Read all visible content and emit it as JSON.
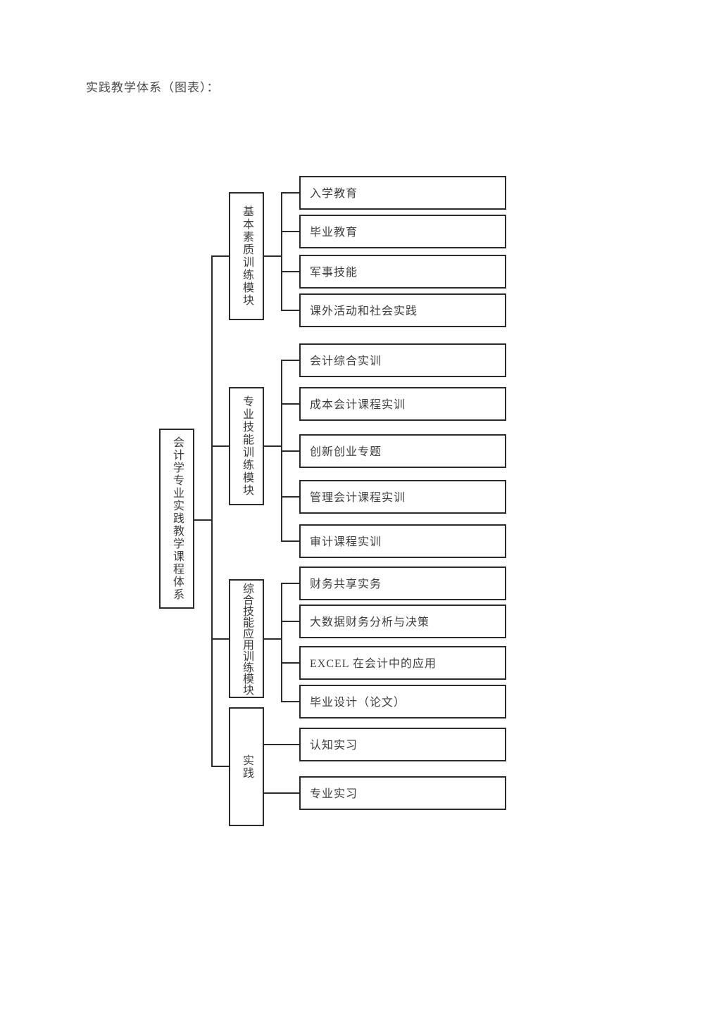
{
  "page": {
    "title": "实践教学体系（图表）："
  },
  "colors": {
    "line": "#2b2b2b",
    "text": "#3d3d3d",
    "background": "#ffffff"
  },
  "diagram": {
    "root": {
      "label": "会计学专业实践教学课程体系"
    },
    "modules": [
      {
        "label": "基本素质训练模块",
        "children": [
          "入学教育",
          "毕业教育",
          "军事技能",
          "课外活动和社会实践"
        ]
      },
      {
        "label": "专业技能训练模块",
        "children": [
          "会计综合实训",
          "成本会计课程实训",
          "创新创业专题",
          "管理会计课程实训",
          "审计课程实训"
        ]
      },
      {
        "label": "综合技能应用训练模块",
        "children": [
          "财务共享实务",
          "大数据财务分析与决策",
          "EXCEL 在会计中的应用",
          "毕业设计（论文）"
        ]
      },
      {
        "label": "实践",
        "children": [
          "认知实习",
          "专业实习"
        ]
      }
    ]
  }
}
